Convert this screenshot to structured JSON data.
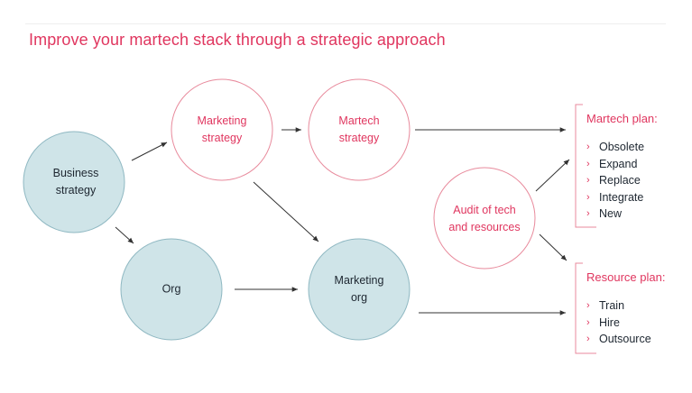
{
  "title": "Improve your martech stack through a strategic approach",
  "colors": {
    "accent": "#e0365f",
    "teal_fill": "#cfe4e8",
    "teal_stroke": "#8fb8c2",
    "pink_stroke": "#e88a9c",
    "arrow": "#333333"
  },
  "nodes": {
    "business_strategy": {
      "lines": [
        "Business",
        "strategy"
      ]
    },
    "org": {
      "lines": [
        "Org"
      ]
    },
    "marketing_strategy": {
      "lines": [
        "Marketing",
        "strategy"
      ]
    },
    "martech_strategy": {
      "lines": [
        "Martech",
        "strategy"
      ]
    },
    "marketing_org": {
      "lines": [
        "Marketing",
        "org"
      ]
    },
    "audit": {
      "lines": [
        "Audit of tech",
        "and resources"
      ]
    }
  },
  "martech_plan": {
    "heading": "Martech plan:",
    "items": [
      "Obsolete",
      "Expand",
      "Replace",
      "Integrate",
      "New"
    ]
  },
  "resource_plan": {
    "heading": "Resource plan:",
    "items": [
      "Train",
      "Hire",
      "Outsource"
    ]
  },
  "bullet_glyph": "›"
}
